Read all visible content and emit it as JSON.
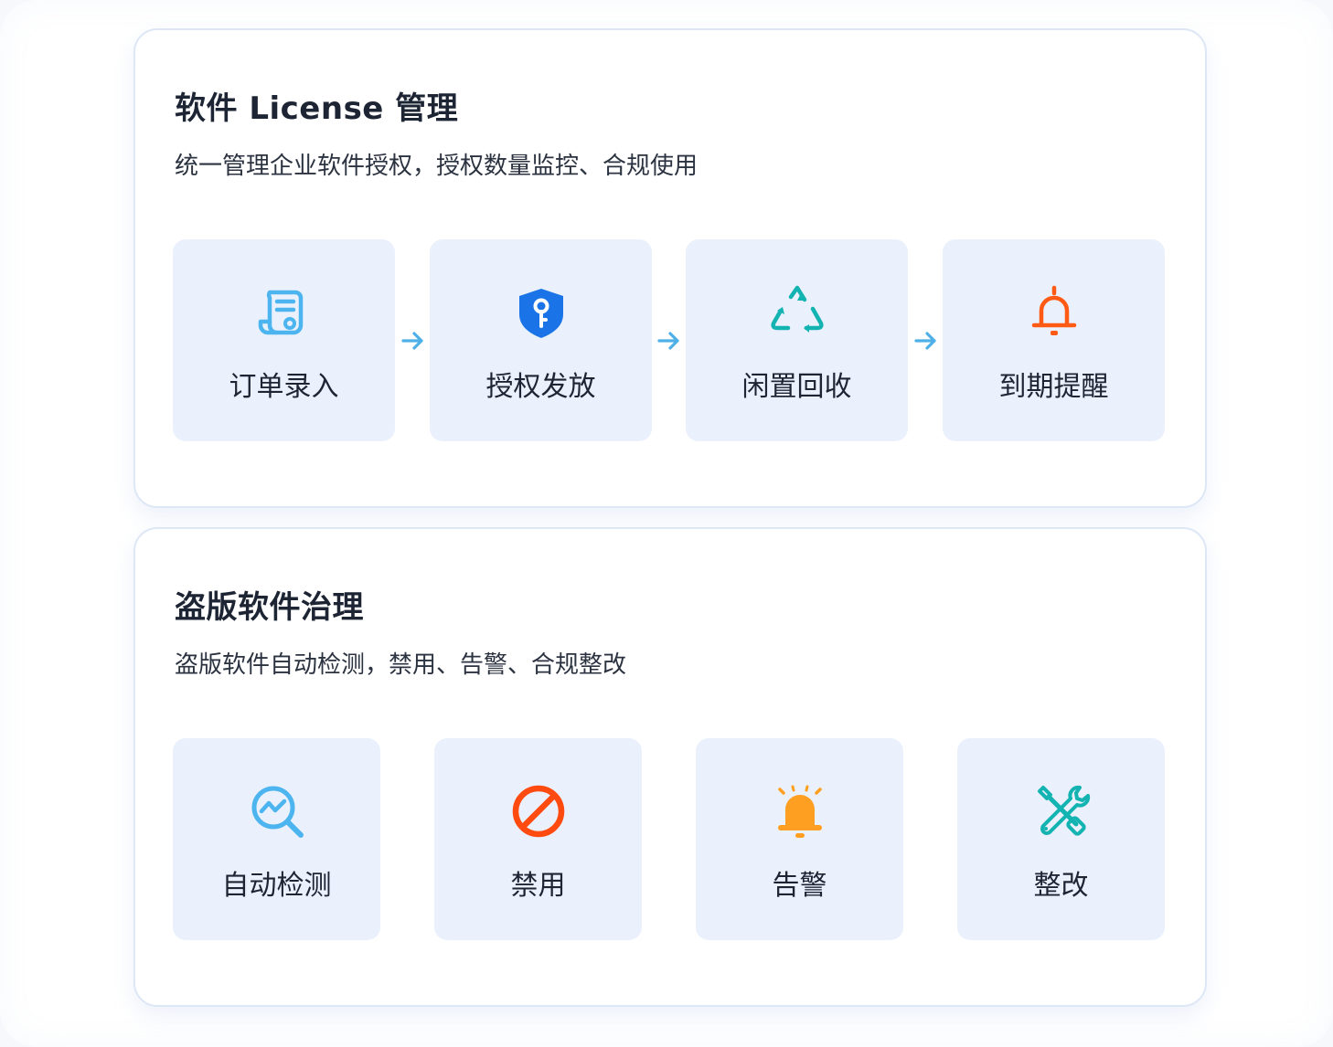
{
  "colors": {
    "card_border": "#dde7f6",
    "tile_bg": "#eaf1fd",
    "arrow": "#4fb0e8",
    "blue": "#1a74e8",
    "sky": "#4cb4ee",
    "teal": "#12b3b0",
    "orange_red": "#ff5a14",
    "red": "#ff4a10",
    "amber": "#ff9f22",
    "text_dark": "#1d2433"
  },
  "license_section": {
    "title": "软件 License 管理",
    "description": "统一管理企业软件授权，授权数量监控、合规使用",
    "steps": [
      {
        "label": "订单录入",
        "icon": "order-document-icon"
      },
      {
        "label": "授权发放",
        "icon": "shield-key-icon"
      },
      {
        "label": "闲置回收",
        "icon": "recycle-icon"
      },
      {
        "label": "到期提醒",
        "icon": "bell-icon"
      }
    ],
    "arrow_icon": "arrow-right-icon"
  },
  "piracy_section": {
    "title": "盗版软件治理",
    "description": "盗版软件自动检测，禁用、告警、合规整改",
    "steps": [
      {
        "label": "自动检测",
        "icon": "search-trend-icon"
      },
      {
        "label": "禁用",
        "icon": "prohibited-icon"
      },
      {
        "label": "告警",
        "icon": "alarm-bell-icon"
      },
      {
        "label": "整改",
        "icon": "tools-icon"
      }
    ]
  }
}
